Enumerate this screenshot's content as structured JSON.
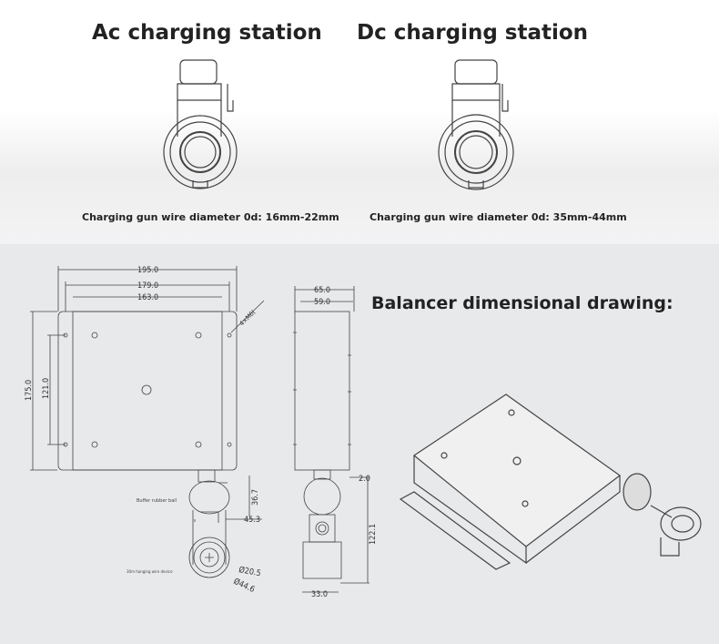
{
  "header": {
    "ac_title": "Ac charging station",
    "dc_title": "Dc charging station",
    "ac_caption": "Charging gun wire diameter 0d: 16mm-22mm",
    "dc_caption": "Charging gun wire diameter 0d: 35mm-44mm"
  },
  "drawing": {
    "title": "Balancer dimensional drawing:",
    "front_dims": {
      "w1": "195.0",
      "w2": "179.0",
      "w3": "163.0",
      "h1": "175.0",
      "h2": "121.0",
      "screw": "4×M6(",
      "ball_h": "36.7",
      "ball_w": "45.3",
      "d_inner": "Ø20.5",
      "d_outer": "Ø44.6"
    },
    "side_dims": {
      "w1": "65.0",
      "w2": "59.0",
      "gap": "2.0",
      "h": "122.1",
      "bottom": "33.0"
    },
    "labels": {
      "ball": "Buffer rubber ball",
      "device": "30m hanging wire device"
    }
  },
  "colors": {
    "line": "#444444",
    "bg_bottom": "#e8e9eb"
  }
}
